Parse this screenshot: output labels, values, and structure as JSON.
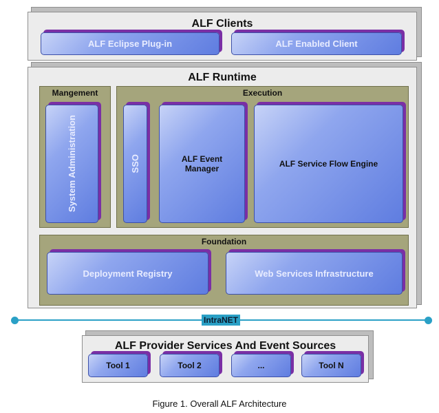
{
  "clients": {
    "title": "ALF Clients",
    "eclipse_plugin": "ALF Eclipse Plug-in",
    "enabled_client": "ALF Enabled Client"
  },
  "runtime": {
    "title": "ALF Runtime",
    "management": {
      "title": "Mangement",
      "system_admin": "System Administration"
    },
    "execution": {
      "title": "Execution",
      "sso": "SSO",
      "event_manager": "ALF Event Manager",
      "service_flow_engine": "ALF Service Flow Engine"
    },
    "foundation": {
      "title": "Foundation",
      "deployment_registry": "Deployment Registry",
      "web_services": "Web Services Infrastructure"
    }
  },
  "network": {
    "label": "IntraNET"
  },
  "provider": {
    "title": "ALF Provider Services And Event Sources",
    "tools": [
      "Tool 1",
      "Tool 2",
      "...",
      "Tool N"
    ]
  },
  "caption": "Figure 1. Overall ALF Architecture",
  "colors": {
    "slab": "#ececec",
    "olive": "#a5a57c",
    "blue_box": "#6a87e4",
    "extrusion": "#7a2fa5",
    "network": "#2aa0c6"
  }
}
